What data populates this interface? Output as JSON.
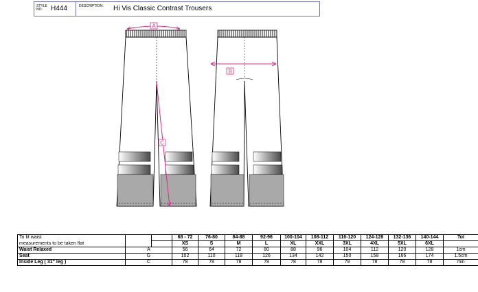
{
  "header": {
    "style_label": "STYLE NO:",
    "style_no": "H444",
    "desc_label": "DESCRIPTION:",
    "description": "Hi Vis Classic Contrast Trousers"
  },
  "markers": {
    "a": "A",
    "b": "B",
    "c": "C"
  },
  "colors": {
    "marker": "#d62d8a",
    "stripe_dark": "#5a5a5a",
    "hem_fill": "#a9a9a9"
  },
  "table": {
    "row1_label": "To fit waist",
    "row2_label": "measurements to be taken flat",
    "waist_sizes": [
      "68 - 72",
      "76-80",
      "84-88",
      "92-96",
      "100-104",
      "108-112",
      "116-120",
      "124-128",
      "132-136",
      "140-144"
    ],
    "tol_header": "Tol",
    "sizes": [
      "XS",
      "S",
      "M",
      "L",
      "XL",
      "XXL",
      "3XL",
      "4XL",
      "5XL",
      "6XL"
    ],
    "rows": [
      {
        "label": "Waist Relaxed",
        "code": "A",
        "values": [
          "56",
          "64",
          "72",
          "80",
          "88",
          "96",
          "104",
          "112",
          "120",
          "128"
        ],
        "tol": "1cm"
      },
      {
        "label": "Seat",
        "code": "G",
        "values": [
          "102",
          "110",
          "118",
          "126",
          "134",
          "142",
          "150",
          "158",
          "166",
          "174"
        ],
        "tol": "1.5cm"
      },
      {
        "label": "Inside Leg ( 31\" leg )",
        "code": "C",
        "values": [
          "78",
          "78",
          "78",
          "78",
          "78",
          "78",
          "78",
          "78",
          "78",
          "78"
        ],
        "tol": "min"
      }
    ]
  }
}
